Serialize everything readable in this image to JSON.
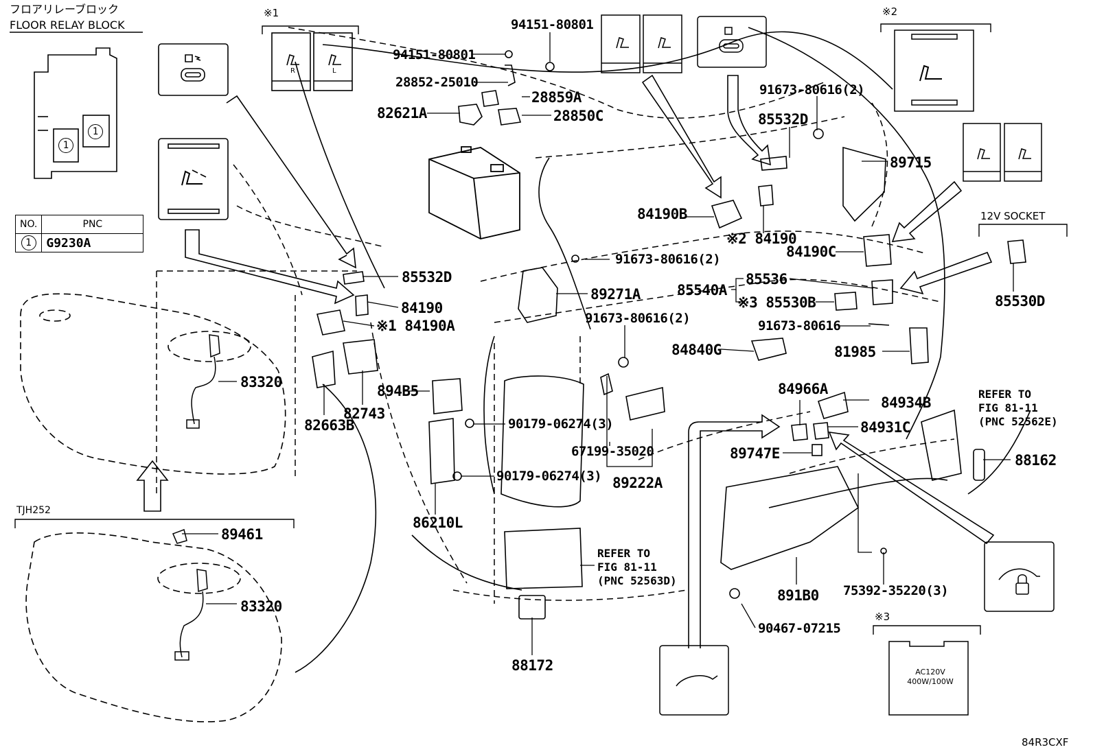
{
  "header": {
    "title_jp": "フロアリレーブロック",
    "title_en": "FLOOR RELAY BLOCK"
  },
  "pnc_table": {
    "col_no": "NO.",
    "col_pnc": "PNC",
    "rows": [
      {
        "no": "1",
        "pnc": "G9230A"
      }
    ]
  },
  "relay_block_markers": [
    "1",
    "1"
  ],
  "notes": {
    "note1": "※1",
    "note2": "※2",
    "note3": "※3",
    "socket_12v": "12V SOCKET",
    "model_tjh252": "TJH252",
    "ac_plate_line1": "AC120V",
    "ac_plate_line2": "400W/100W",
    "seat_badge_r": "R",
    "seat_badge_l": "L",
    "diagram_code": "84R3CXF"
  },
  "parts": {
    "p94151_top": "94151-80801",
    "p94151": "94151-80801",
    "p28852": "28852-25010",
    "p28859A": "28859A",
    "p82621A": "82621A",
    "p28850C": "28850C",
    "p91673_top": "91673-80616(2)",
    "p85532D_right": "85532D",
    "p89715": "89715",
    "p84190B": "84190B",
    "p84190_right": "※2 84190",
    "p84190C": "84190C",
    "p85532D_left": "85532D",
    "p84190_left": "84190",
    "p84190A": "※1 84190A",
    "p91673_mid": "91673-80616(2)",
    "p89271A": "89271A",
    "p85540A": "85540A",
    "p85536": "85536",
    "p85530B": "※3 85530B",
    "p85530D": "85530D",
    "p91673_low": "91673-80616(2)",
    "p91673_single": "91673-80616",
    "p84840G": "84840G",
    "p81985": "81985",
    "p83320_top": "83320",
    "p894B5": "894B5",
    "p82743": "82743",
    "p82663B": "82663B",
    "p90179_a": "90179-06274(3)",
    "p90179_b": "90179-06274(3)",
    "p86210L": "86210L",
    "p67199": "67199-35020",
    "p89222A": "89222A",
    "p84966A": "84966A",
    "p84934B": "84934B",
    "p84931C": "84931C",
    "p89747E": "89747E",
    "p88162": "88162",
    "p89461": "89461",
    "p83320_bot": "83320",
    "p891B0": "891B0",
    "p75392": "75392-35220(3)",
    "p90467": "90467-07215",
    "p88172": "88172"
  },
  "refers": {
    "ref_right": [
      "REFER TO",
      "FIG 81-11",
      "(PNC 52562E)"
    ],
    "ref_mid": [
      "REFER TO",
      "FIG 81-11",
      "(PNC 52563D)"
    ]
  }
}
